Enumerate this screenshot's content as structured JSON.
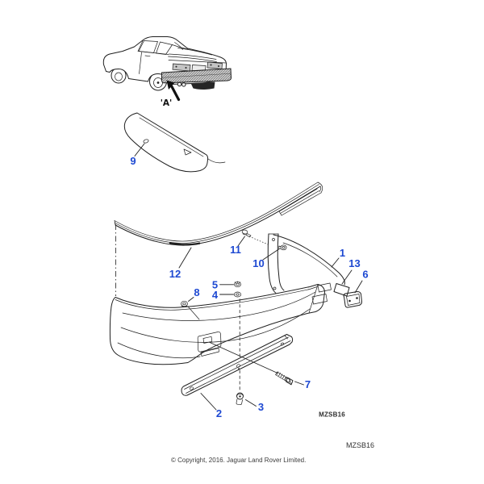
{
  "page": {
    "background_color": "#ffffff",
    "footer": {
      "drawing_code": "MZSB16",
      "copyright": "© Copyright, 2016. Jaguar Land Rover Limited."
    }
  },
  "diagram": {
    "view_label": "'A'",
    "drawing_code": "MZSB16",
    "callouts": [
      "1",
      "2",
      "3",
      "4",
      "5",
      "6",
      "7",
      "8",
      "9",
      "10",
      "11",
      "12",
      "13"
    ],
    "colors": {
      "callout_text": "#1e49d2",
      "line_art": "#1f1f1f",
      "footer_text": "#333333"
    }
  }
}
